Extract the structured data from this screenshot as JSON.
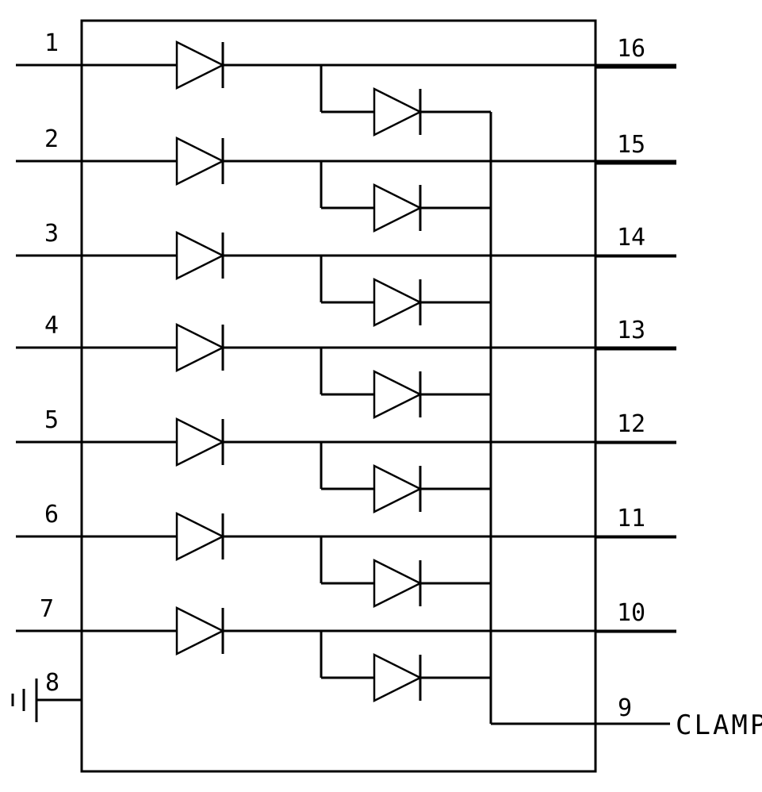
{
  "left_pins": [
    "1",
    "2",
    "3",
    "4",
    "5",
    "6",
    "7"
  ],
  "right_pins": [
    "16",
    "15",
    "14",
    "13",
    "12",
    "11",
    "10"
  ],
  "ground_pin": "8",
  "clamp_pin": "9",
  "clamp_label": "CLAMP"
}
